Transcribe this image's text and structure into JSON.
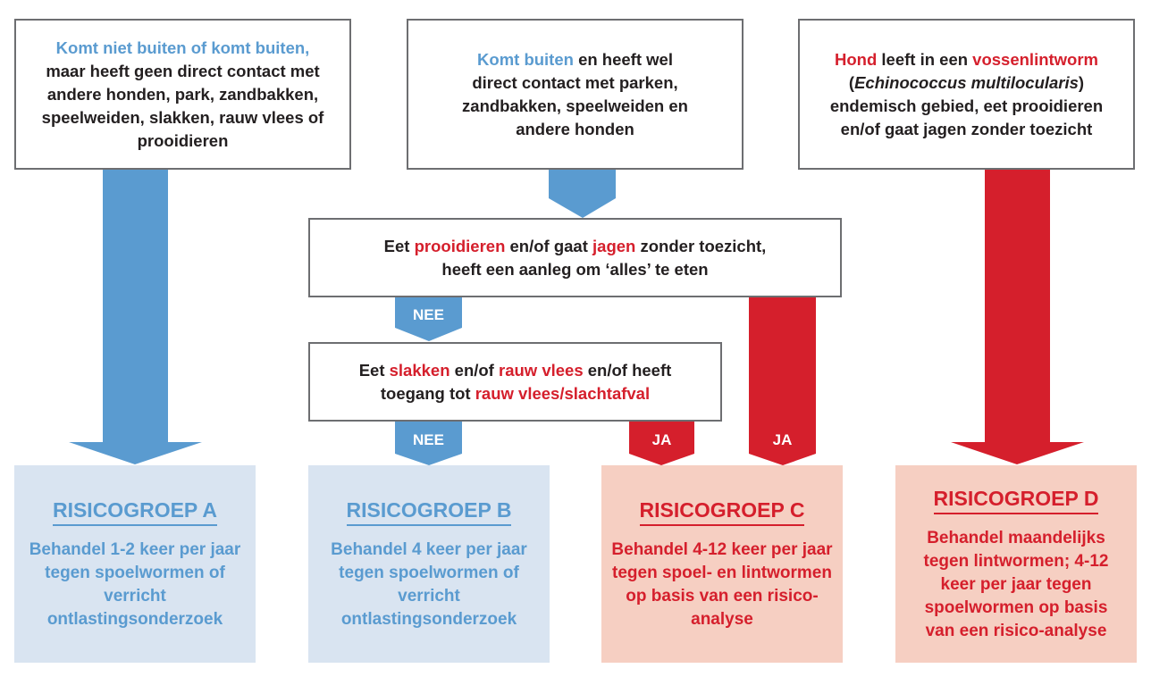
{
  "box_a": {
    "p1": "Komt niet buiten of komt buiten,",
    "p2": "maar heeft geen direct contact met andere honden, park, zandbakken, speelweiden, slakken, rauw vlees of prooidieren"
  },
  "box_b": {
    "p1": "Komt buiten",
    "p2": " en heeft wel direct contact met parken, zandbakken, speelweiden en andere honden"
  },
  "box_d": {
    "p1": "Hond",
    "p2": " leeft in een ",
    "p3": "vossenlintworm",
    "p4": " (",
    "p5": "Echinococcus multilocularis",
    "p6": ") endemisch gebied, eet prooidieren en/of gaat jagen zonder toezicht"
  },
  "question_1": {
    "p1": "Eet ",
    "p2": "prooidieren",
    "p3": " en/of gaat ",
    "p4": "jagen",
    "p5": " zonder toezicht,",
    "p6": "heeft een aanleg om ‘alles’ te eten"
  },
  "question_2": {
    "p1": "Eet ",
    "p2": "slakken",
    "p3": " en/of ",
    "p4": "rauw vlees",
    "p5": " en/of heeft",
    "p6": "toegang tot ",
    "p7": "rauw vlees/slachtafval"
  },
  "labels": {
    "nee": "NEE",
    "ja": "JA"
  },
  "groups": [
    {
      "title": "RISICOGROEP A",
      "text": "Behandel 1-2 keer per jaar tegen spoelwormen of verricht ontlastingsonderzoek"
    },
    {
      "title": "RISICOGROEP B",
      "text": "Behandel 4 keer per jaar tegen spoelwormen of verricht ontlastingsonderzoek"
    },
    {
      "title": "RISICOGROEP C",
      "text": "Behandel 4-12 keer per jaar tegen spoel- en lintwormen op basis van een risico-analyse"
    },
    {
      "title": "RISICOGROEP D",
      "text": "Behandel maandelijks tegen lintwormen; 4-12 keer per jaar tegen spoelwormen op basis van een risico-analyse"
    }
  ],
  "colors": {
    "blue": "#5a9bd0",
    "red": "#d51f2c",
    "light_blue": "#d9e4f1",
    "light_red": "#f6cfc2"
  }
}
